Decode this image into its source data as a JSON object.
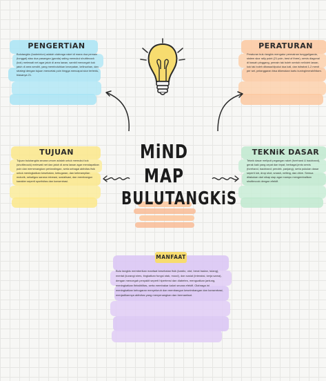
{
  "title": {
    "line1": "MiND MAP",
    "line2": "BULUTANGKiS"
  },
  "pengertian": {
    "title": "PENGERTiAN",
    "body": "Bulutangkis (badminton) adalah olahraga raket di mana dua pemain (tunggal) atau dua pasangan (ganda) saling memukul shuttlecock (kok) melewati net agar jatuh di area lawan, sambil mencegah kok jatuh di area sendiri, yang membutuhkan kecepatan, kelincahan, dan strategi dengan tujuan mencetak poin hingga mencapai skor tertentu, biasanya 21."
  },
  "peraturan": {
    "title": "PERATURAN",
    "body": "Peraturan bulu tangkis mengatur permainan tunggal/ganda, sistem skor rally point (21 poin, best of three), servis diagonal di bawah pinggang, pemain tak boleh sentuh net/oleh lawan, kok tak boleh dibawa/dipukul dua kali, dan istirahat 1-2 menit per set, pelanggaran bisa dikenakan kartu kuning/merah/hitam."
  },
  "tujuan": {
    "title": "TUJUAN",
    "body": "Tujuan bulutangkis secara umum adalah untuk memukul kok (shuttlecock) melewati net dan jatuh di area lawan agar mendapatkan poin dan memenangkan pertandingan, serta sebagai aktivitas fisik untuk meningkatkan kesehatan, kebugaran, dan keterampilan motorik, sekaligus sarana rekreasi, sosialisasi, dan membangun karakter seperti sportivitas dan konsentrasi."
  },
  "teknik": {
    "title": "TEKNiK DASAR",
    "body": "Teknik dasar meliputi pegangan raket (forehand & backhand), gerak kaki yang cepat dan tepat, berbagai jenis servis (forehand, backhand; pendek, panjang), serta pukulan dasar seperti lob, drop shot, smash, netting, dan drive. Semua dilakukan dari sikap siap agar mampu mengembalikan shuttlecock dengan efektif."
  },
  "manfaat": {
    "title": "MANFAAT",
    "body": "Bulu tangkis memberikan manfaat kesehatan fisik (kardio, otot, berat badan, tulang), mental (kurangi stres, tingkatkan fungsi otak, mood), dan sosial (interaksi, kerja sama), dengan mencegah penyakit seperti hipertensi dan diabetes, menguatkan jantung, meningkatkan fleksibilitas, serta membakar kalori secara efektif. Olahraga ini meningkatkan kebugaran menyeluruh dan membangun keseimbangan dan konsentrasi, menjadikannya aktivitas yang menyenangkan dan bermanfaat."
  },
  "colors": {
    "blue": "#a9e4f4",
    "peach": "#fcc8a0",
    "yellow": "#fbe88a",
    "green": "#bfe9cf",
    "purple": "#d9c4f4",
    "bulb": "#f7dc6f"
  }
}
